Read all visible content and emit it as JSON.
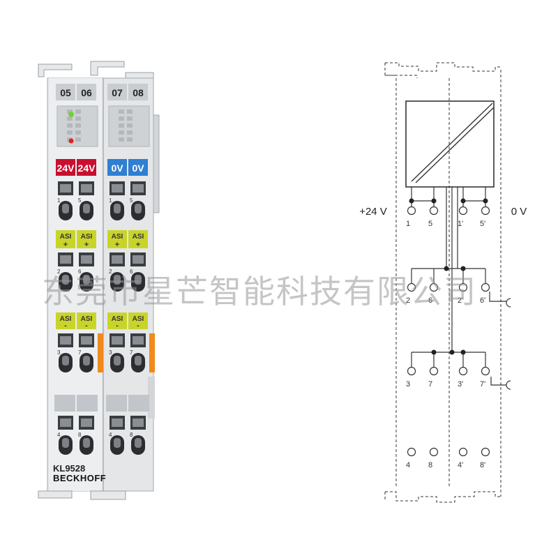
{
  "module": {
    "channels": [
      "05",
      "06",
      "07",
      "08"
    ],
    "supply_labels": [
      {
        "text": "24V",
        "color": "#c8102e"
      },
      {
        "text": "24V",
        "color": "#c8102e"
      },
      {
        "text": "0V",
        "color": "#2f7fd2"
      },
      {
        "text": "0V",
        "color": "#2f7fd2"
      }
    ],
    "asi_label": "ASI",
    "asi_plus": "+",
    "asi_minus": "-",
    "terminal_numbers": {
      "row1": [
        "1",
        "5",
        "1",
        "5"
      ],
      "row2": [
        "2",
        "6",
        "2",
        "6"
      ],
      "row3": [
        "3",
        "7",
        "3",
        "7"
      ],
      "row4": [
        "4",
        "8",
        "4",
        "8"
      ]
    },
    "model": "KL9528",
    "brand": "BECKHOFF",
    "led_colors": {
      "green": "#6fd23a",
      "red": "#e02020"
    },
    "accent_orange": "#f08a1c",
    "asi_color": "#c9d42a"
  },
  "schematic": {
    "left_supply_label": "+24 V",
    "right_supply_label": "0 V",
    "rows": [
      [
        "1",
        "5",
        "1'",
        "5'"
      ],
      [
        "2",
        "6",
        "2'",
        "6'"
      ],
      [
        "3",
        "7",
        "3'",
        "7'"
      ],
      [
        "4",
        "8",
        "4'",
        "8'"
      ]
    ]
  },
  "watermark": "东莞市星芒智能科技有限公司"
}
